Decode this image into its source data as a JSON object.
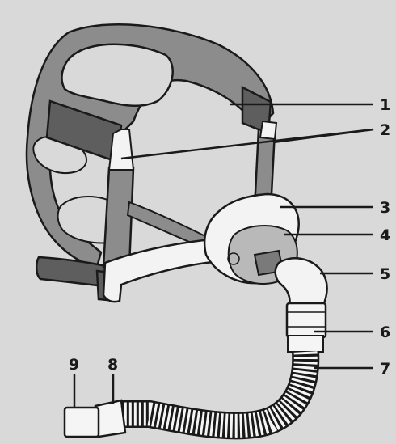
{
  "diagram": {
    "callouts": [
      {
        "number": "1"
      },
      {
        "number": "2"
      },
      {
        "number": "3"
      },
      {
        "number": "4"
      },
      {
        "number": "5"
      },
      {
        "number": "6"
      },
      {
        "number": "7"
      },
      {
        "number": "8"
      },
      {
        "number": "9"
      }
    ]
  },
  "colors": {
    "background": "#d9d9d9",
    "headgear": "#8c8c8c",
    "headgear_dark": "#5e5e5e",
    "frame": "#f3f3f3",
    "cushion": "#b9b9b9",
    "tubing": "#f5f5f5",
    "outline": "#1a1a1a"
  }
}
